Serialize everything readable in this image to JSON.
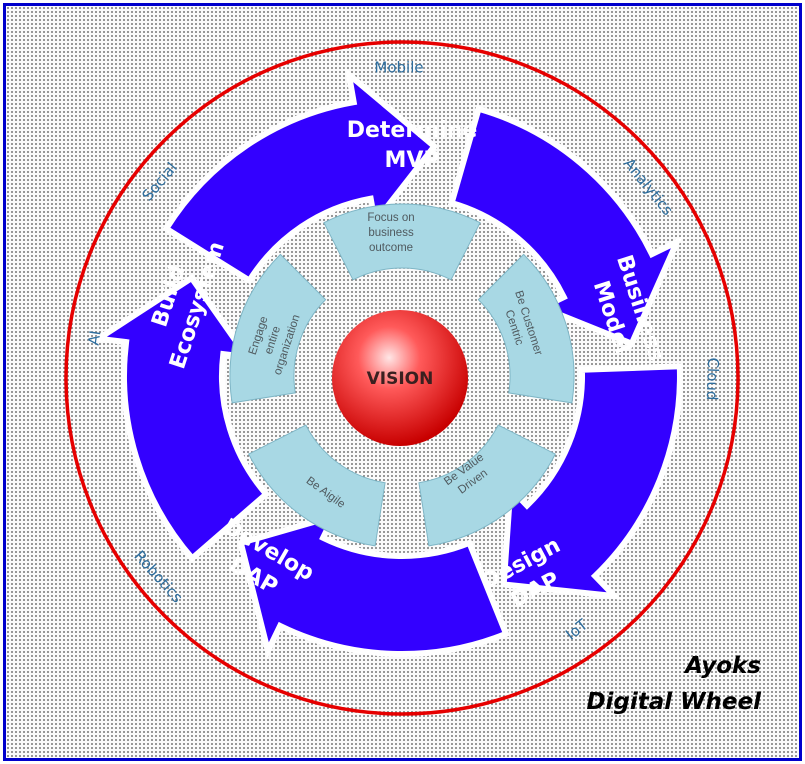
{
  "center": {
    "label": "VISION"
  },
  "stages": [
    {
      "line1": "Determine",
      "line2": "MVP"
    },
    {
      "line1": "Business",
      "line2": "Model"
    },
    {
      "line1": "Design",
      "line2": "DAP"
    },
    {
      "line1": "Develop",
      "line2": "DAP"
    },
    {
      "line1": "Build",
      "line2": "Ecosystem"
    }
  ],
  "values": [
    {
      "lines": [
        "Focus on",
        "business",
        "outcome"
      ]
    },
    {
      "lines": [
        "Be Customer",
        "Centric"
      ]
    },
    {
      "lines": [
        "Be Value",
        "Driven"
      ]
    },
    {
      "lines": [
        "Be Aigile"
      ]
    },
    {
      "lines": [
        "Engage",
        "entire",
        "organization"
      ]
    }
  ],
  "technologies": [
    "Mobile",
    "Analytics",
    "Cloud",
    "IoT",
    "Robotics",
    "AI",
    "Social"
  ],
  "brand": {
    "line1": "Ayoks",
    "line2": "Digital Wheel"
  },
  "colors": {
    "arrow": "#3300ff",
    "value_segment": "#a8d8e4",
    "outer_ring": "#e60000",
    "frame": "#0000cc",
    "tech_text": "#2e6e9e"
  }
}
